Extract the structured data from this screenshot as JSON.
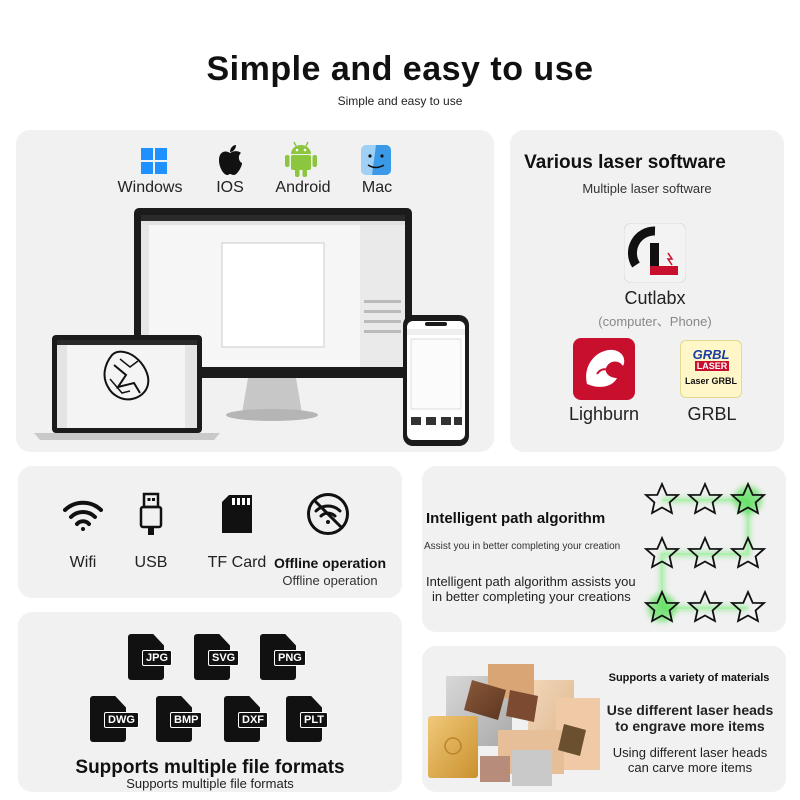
{
  "header": {
    "title": "Simple and easy to use",
    "subtitle": "Simple and easy to use"
  },
  "platforms": {
    "items": [
      {
        "label": "Windows",
        "icon": "windows-icon"
      },
      {
        "label": "IOS",
        "icon": "apple-icon"
      },
      {
        "label": "Android",
        "icon": "android-icon"
      },
      {
        "label": "Mac",
        "icon": "mac-finder-icon"
      }
    ]
  },
  "software": {
    "title": "Various laser software",
    "subtitle": "Multiple laser software",
    "cutlabx": {
      "name": "Cutlabx",
      "note": "(computer、Phone)"
    },
    "lightburn": {
      "name": "Lighburn"
    },
    "grbl": {
      "name": "GRBL",
      "logo_text_top": "GRBL",
      "logo_text_mid": "LASER",
      "logo_text_bottom": "Laser GRBL"
    }
  },
  "connectivity": {
    "items": [
      {
        "label": "Wifi",
        "icon": "wifi-icon"
      },
      {
        "label": "USB",
        "icon": "usb-icon"
      },
      {
        "label": "TF Card",
        "icon": "sd-card-icon"
      }
    ],
    "offline": {
      "title": "Offline operation",
      "subtitle": "Offline operation",
      "icon": "no-wifi-icon"
    }
  },
  "path": {
    "title": "Intelligent path algorithm",
    "subtitle": "Assist you in better completing your creation",
    "desc_line1": "Intelligent path algorithm assists you",
    "desc_line2": "in better completing your creations"
  },
  "formats": {
    "row1": [
      "JPG",
      "SVG",
      "PNG"
    ],
    "row2": [
      "DWG",
      "BMP",
      "DXF",
      "PLT"
    ],
    "title": "Supports multiple file formats",
    "subtitle": "Supports multiple file formats"
  },
  "materials": {
    "small_title": "Supports a variety of materials",
    "title_line1": "Use different laser heads",
    "title_line2": "to engrave more items",
    "desc_line1": "Using different laser heads",
    "desc_line2": "can carve more items"
  },
  "colors": {
    "card_bg": "#f1f1f1",
    "android_green": "#8cc63f",
    "windows_blue": "#1e90ff",
    "mac_blue": "#3b9ae8",
    "lightburn_red": "#c8102e",
    "star_glow": "#3cdc3c"
  }
}
